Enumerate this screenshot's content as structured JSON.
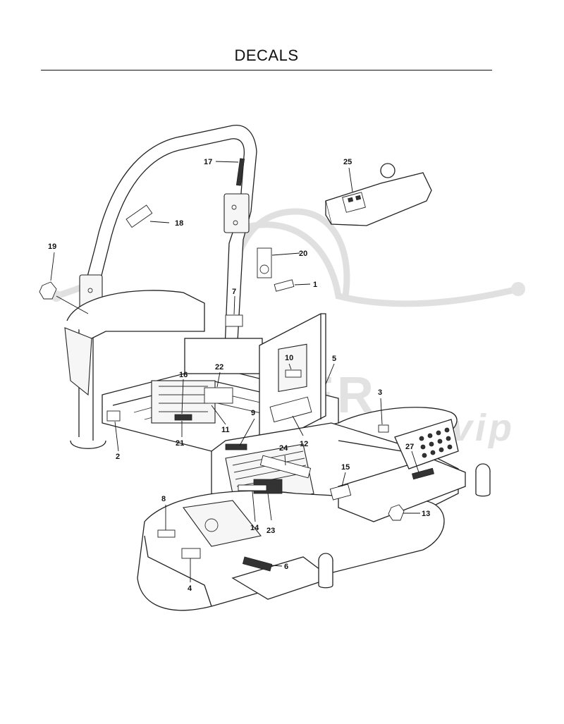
{
  "page": {
    "title": "DECALS"
  },
  "diagram": {
    "callouts": [
      {
        "id": "c1",
        "label": "1"
      },
      {
        "id": "c2",
        "label": "2"
      },
      {
        "id": "c3",
        "label": "3"
      },
      {
        "id": "c4",
        "label": "4"
      },
      {
        "id": "c5",
        "label": "5"
      },
      {
        "id": "c6",
        "label": "6"
      },
      {
        "id": "c7",
        "label": "7"
      },
      {
        "id": "c8",
        "label": "8"
      },
      {
        "id": "c9",
        "label": "9"
      },
      {
        "id": "c10",
        "label": "10"
      },
      {
        "id": "c11",
        "label": "11"
      },
      {
        "id": "c12",
        "label": "12"
      },
      {
        "id": "c13",
        "label": "13"
      },
      {
        "id": "c14",
        "label": "14"
      },
      {
        "id": "c15",
        "label": "15"
      },
      {
        "id": "c16",
        "label": "16"
      },
      {
        "id": "c17",
        "label": "17"
      },
      {
        "id": "c18",
        "label": "18"
      },
      {
        "id": "c19",
        "label": "19"
      },
      {
        "id": "c20",
        "label": "20"
      },
      {
        "id": "c21",
        "label": "21"
      },
      {
        "id": "c22",
        "label": "22"
      },
      {
        "id": "c23",
        "label": "23"
      },
      {
        "id": "c24",
        "label": "24"
      },
      {
        "id": "c25",
        "label": "25"
      },
      {
        "id": "c27",
        "label": "27"
      }
    ]
  },
  "watermark": {
    "text": "SCOOTER",
    "suffix": "vip"
  }
}
